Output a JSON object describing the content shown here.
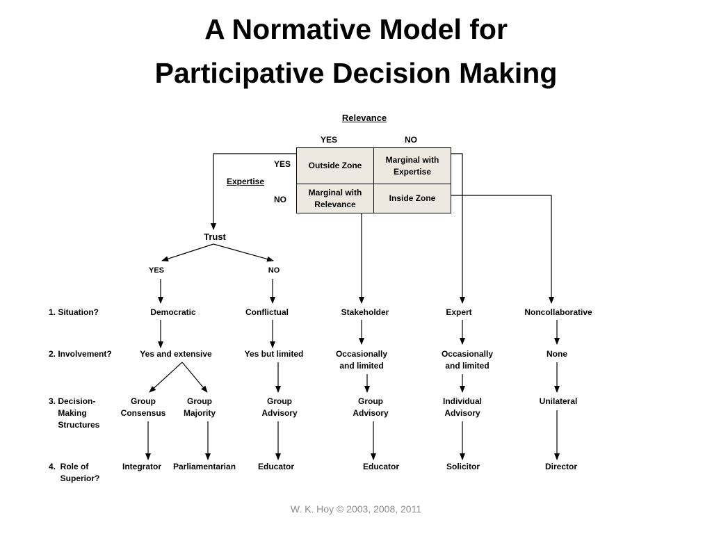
{
  "title": {
    "line1": "A Normative Model for",
    "line2": "Participative Decision Making"
  },
  "matrix": {
    "col_header": "Relevance",
    "col_yes": "YES",
    "col_no": "NO",
    "row_header": "Expertise",
    "row_yes": "YES",
    "row_no": "NO",
    "cells": {
      "yes_yes": "Outside Zone",
      "yes_no": "Marginal with\n  Expertise",
      "no_yes": "Marginal with\n  Relevance",
      "no_no": "Inside Zone"
    }
  },
  "trust": {
    "label": "Trust",
    "yes": "YES",
    "no": "NO"
  },
  "row_labels": {
    "situation": "1.  Situation?",
    "involvement": "2. Involvement?",
    "decision_structures": "3. Decision-\n    Making\n    Structures",
    "role_of_superior": "4.  Role of\n     Superior?"
  },
  "columns": {
    "democratic": {
      "situation": "Democratic",
      "involvement": "Yes and extensive",
      "structure_a": "Group\nConsensus",
      "structure_b": "Group\nMajority",
      "role_a": "Integrator",
      "role_b": "Parliamentarian"
    },
    "conflictual": {
      "situation": "Conflictual",
      "involvement": "Yes but limited",
      "structure": "Group\nAdvisory",
      "role": "Educator"
    },
    "stakeholder": {
      "situation": "Stakeholder",
      "involvement": "Occasionally\nand limited",
      "structure": "Group\nAdvisory",
      "role": "Educator"
    },
    "expert": {
      "situation": "Expert",
      "involvement": "Occasionally\nand limited",
      "structure": "Individual\nAdvisory",
      "role": "Solicitor"
    },
    "noncollaborative": {
      "situation": "Noncollaborative",
      "involvement": "None",
      "structure": "Unilateral",
      "role": "Director"
    }
  },
  "credit": "W. K. Hoy © 2003, 2008, 2011"
}
